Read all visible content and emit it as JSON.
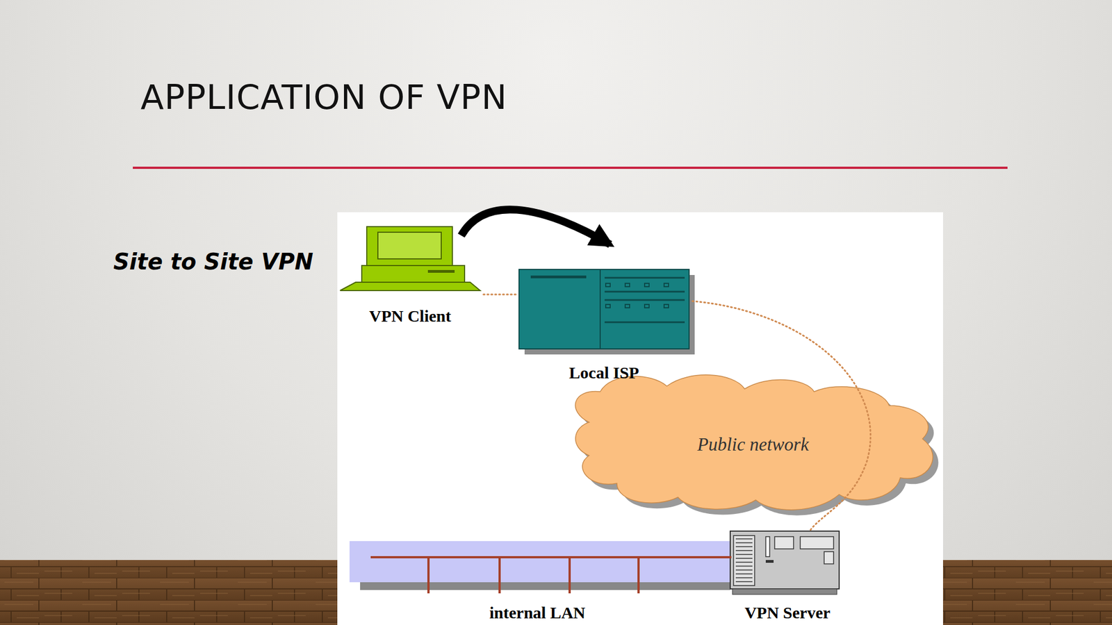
{
  "diagram": {
    "title": "APPLICATION OF VPN",
    "nodes": [
      {
        "text": [
          "VPN Client"
        ]
      },
      {
        "text": [
          "Local ISP"
        ]
      },
      {
        "text": [
          "Public network"
        ]
      },
      {
        "text": [
          "internal LAN"
        ]
      },
      {
        "text": [
          "VPN Server"
        ]
      }
    ],
    "edges": [
      {
        "from": 0,
        "to": 1,
        "arrow": "to"
      },
      {
        "from": 0,
        "to": 1,
        "arrow": "none"
      },
      {
        "from": 1,
        "to": 4,
        "arrow": "none"
      },
      {
        "from": 3,
        "to": 4,
        "arrow": "none"
      }
    ],
    "labels": [
      "Site to Site VPN"
    ]
  }
}
